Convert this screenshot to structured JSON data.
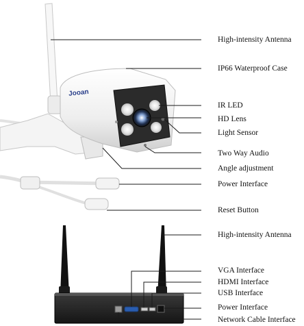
{
  "camera_labels": [
    "High-intensity Antenna",
    "IP66 Waterproof Case",
    "IR LED",
    "HD Lens",
    "Light Sensor",
    "Two Way Audio",
    "Angle adjustment",
    "Power Interface",
    "Reset Button"
  ],
  "nvr_labels": [
    "High-intensity Antenna",
    "VGA Interface",
    "HDMI Interface",
    "USB Interface",
    "Power Interface",
    "Network Cable Interface"
  ],
  "brand_logo": "Jooan",
  "colors": {
    "line": "#1a1a1a",
    "camera_body": "#f2f2f2",
    "camera_face": "#2b2b2b",
    "nvr_body": "#222222",
    "vga_port": "#2a5db0"
  }
}
